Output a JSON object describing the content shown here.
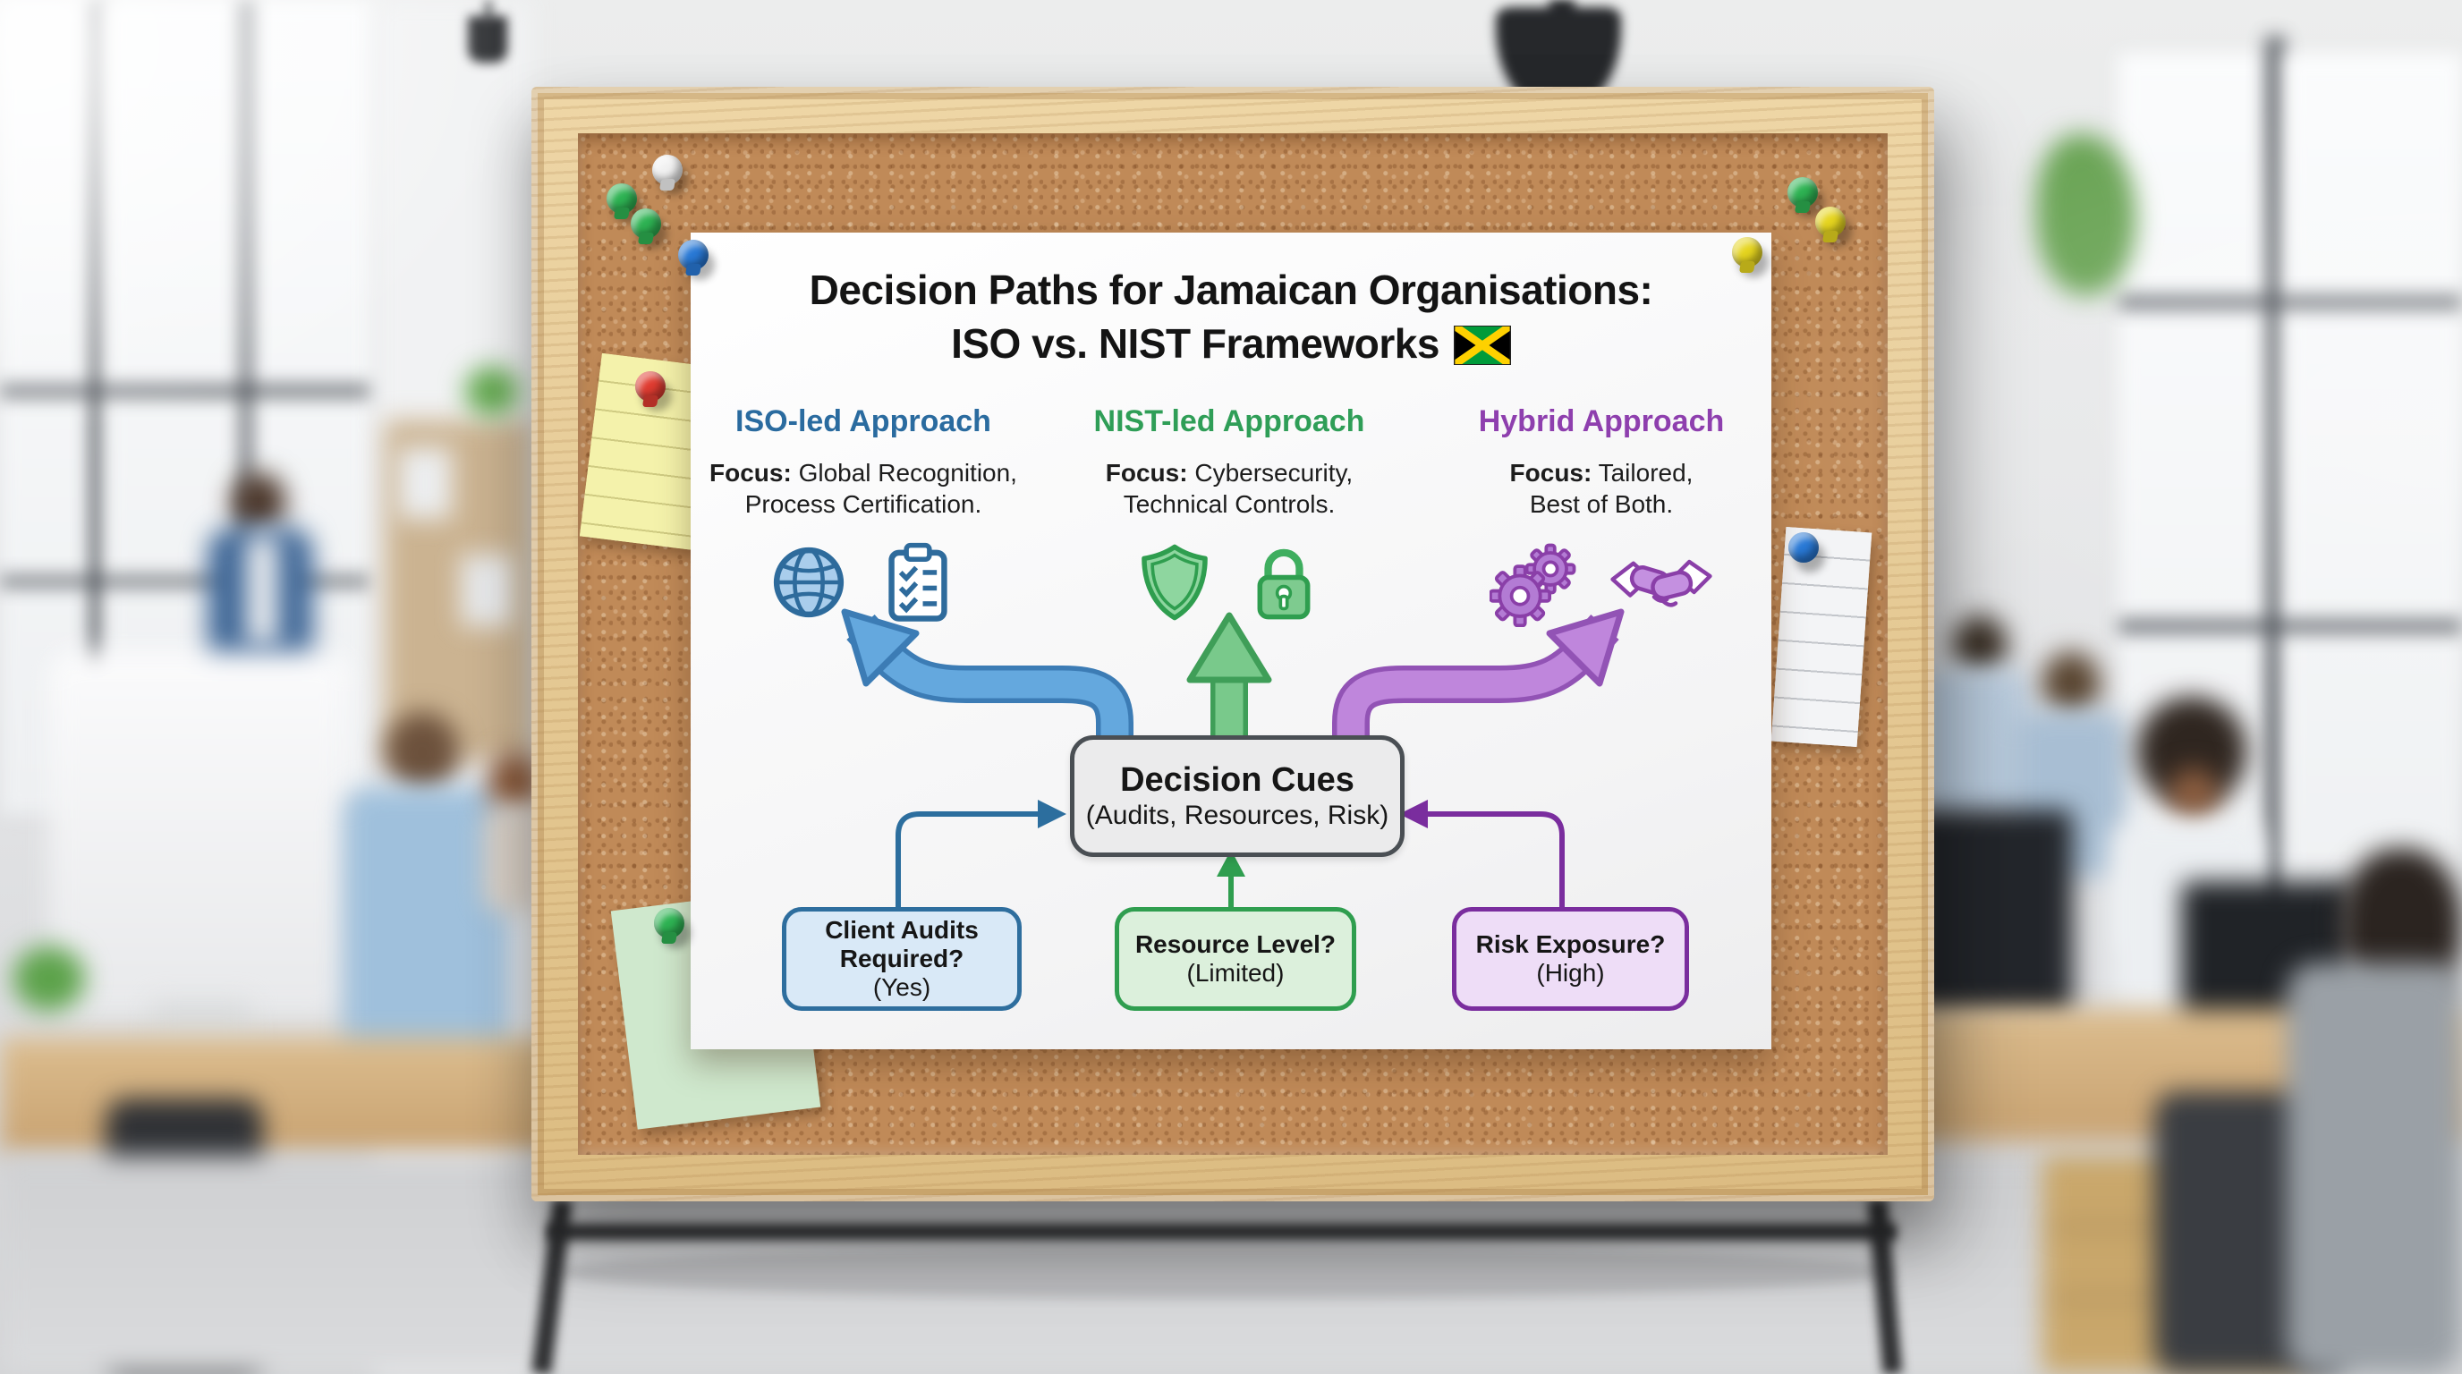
{
  "poster": {
    "title": {
      "line1": "Decision Paths for Jamaican Organisations:",
      "line2": "ISO vs. NIST Frameworks"
    },
    "columns": [
      {
        "header": "ISO-led Approach",
        "accent": "#2a6b9f",
        "focus_label": "Focus:",
        "focus_rest": "Global Recognition,",
        "focus_line2": "Process Certification.",
        "icons": [
          "globe-icon",
          "clipboard-check-icon"
        ]
      },
      {
        "header": "NIST-led Approach",
        "accent": "#2f9e57",
        "focus_label": "Focus:",
        "focus_rest": "Cybersecurity,",
        "focus_line2": "Technical Controls.",
        "icons": [
          "shield-icon",
          "padlock-icon"
        ]
      },
      {
        "header": "Hybrid Approach",
        "accent": "#8e3fae",
        "focus_label": "Focus:",
        "focus_rest": "Tailored,",
        "focus_line2": "Best of Both.",
        "icons": [
          "gears-icon",
          "handshake-icon"
        ]
      }
    ],
    "decision_box": {
      "title": "Decision Cues",
      "subtitle": "(Audits, Resources, Risk)"
    },
    "cues": [
      {
        "line1": "Client Audits",
        "line2": "Required?",
        "answer": "(Yes)",
        "border": "#2e6e9e",
        "fill": "#d9e9f7"
      },
      {
        "line1": "Resource Level?",
        "answer": "(Limited)",
        "border": "#2f9e4f",
        "fill": "#dcf0dc"
      },
      {
        "line1": "Risk Exposure?",
        "answer": "(High)",
        "border": "#7a2d9e",
        "fill": "#eeddf7"
      }
    ],
    "arrow_colors": {
      "iso": "#64a8de",
      "nist": "#79c98b",
      "hybrid": "#bf86dc"
    },
    "flag_icon": "jamaica-flag-icon"
  },
  "board": {
    "pin_colors": {
      "white": "#f1f1f1",
      "green": "#2eb353",
      "blue": "#2979d6",
      "yellow": "#e6d51f",
      "red": "#e03c31"
    },
    "notes": [
      "yellow-sticky-note",
      "green-sticky-note",
      "white-lined-note"
    ]
  }
}
